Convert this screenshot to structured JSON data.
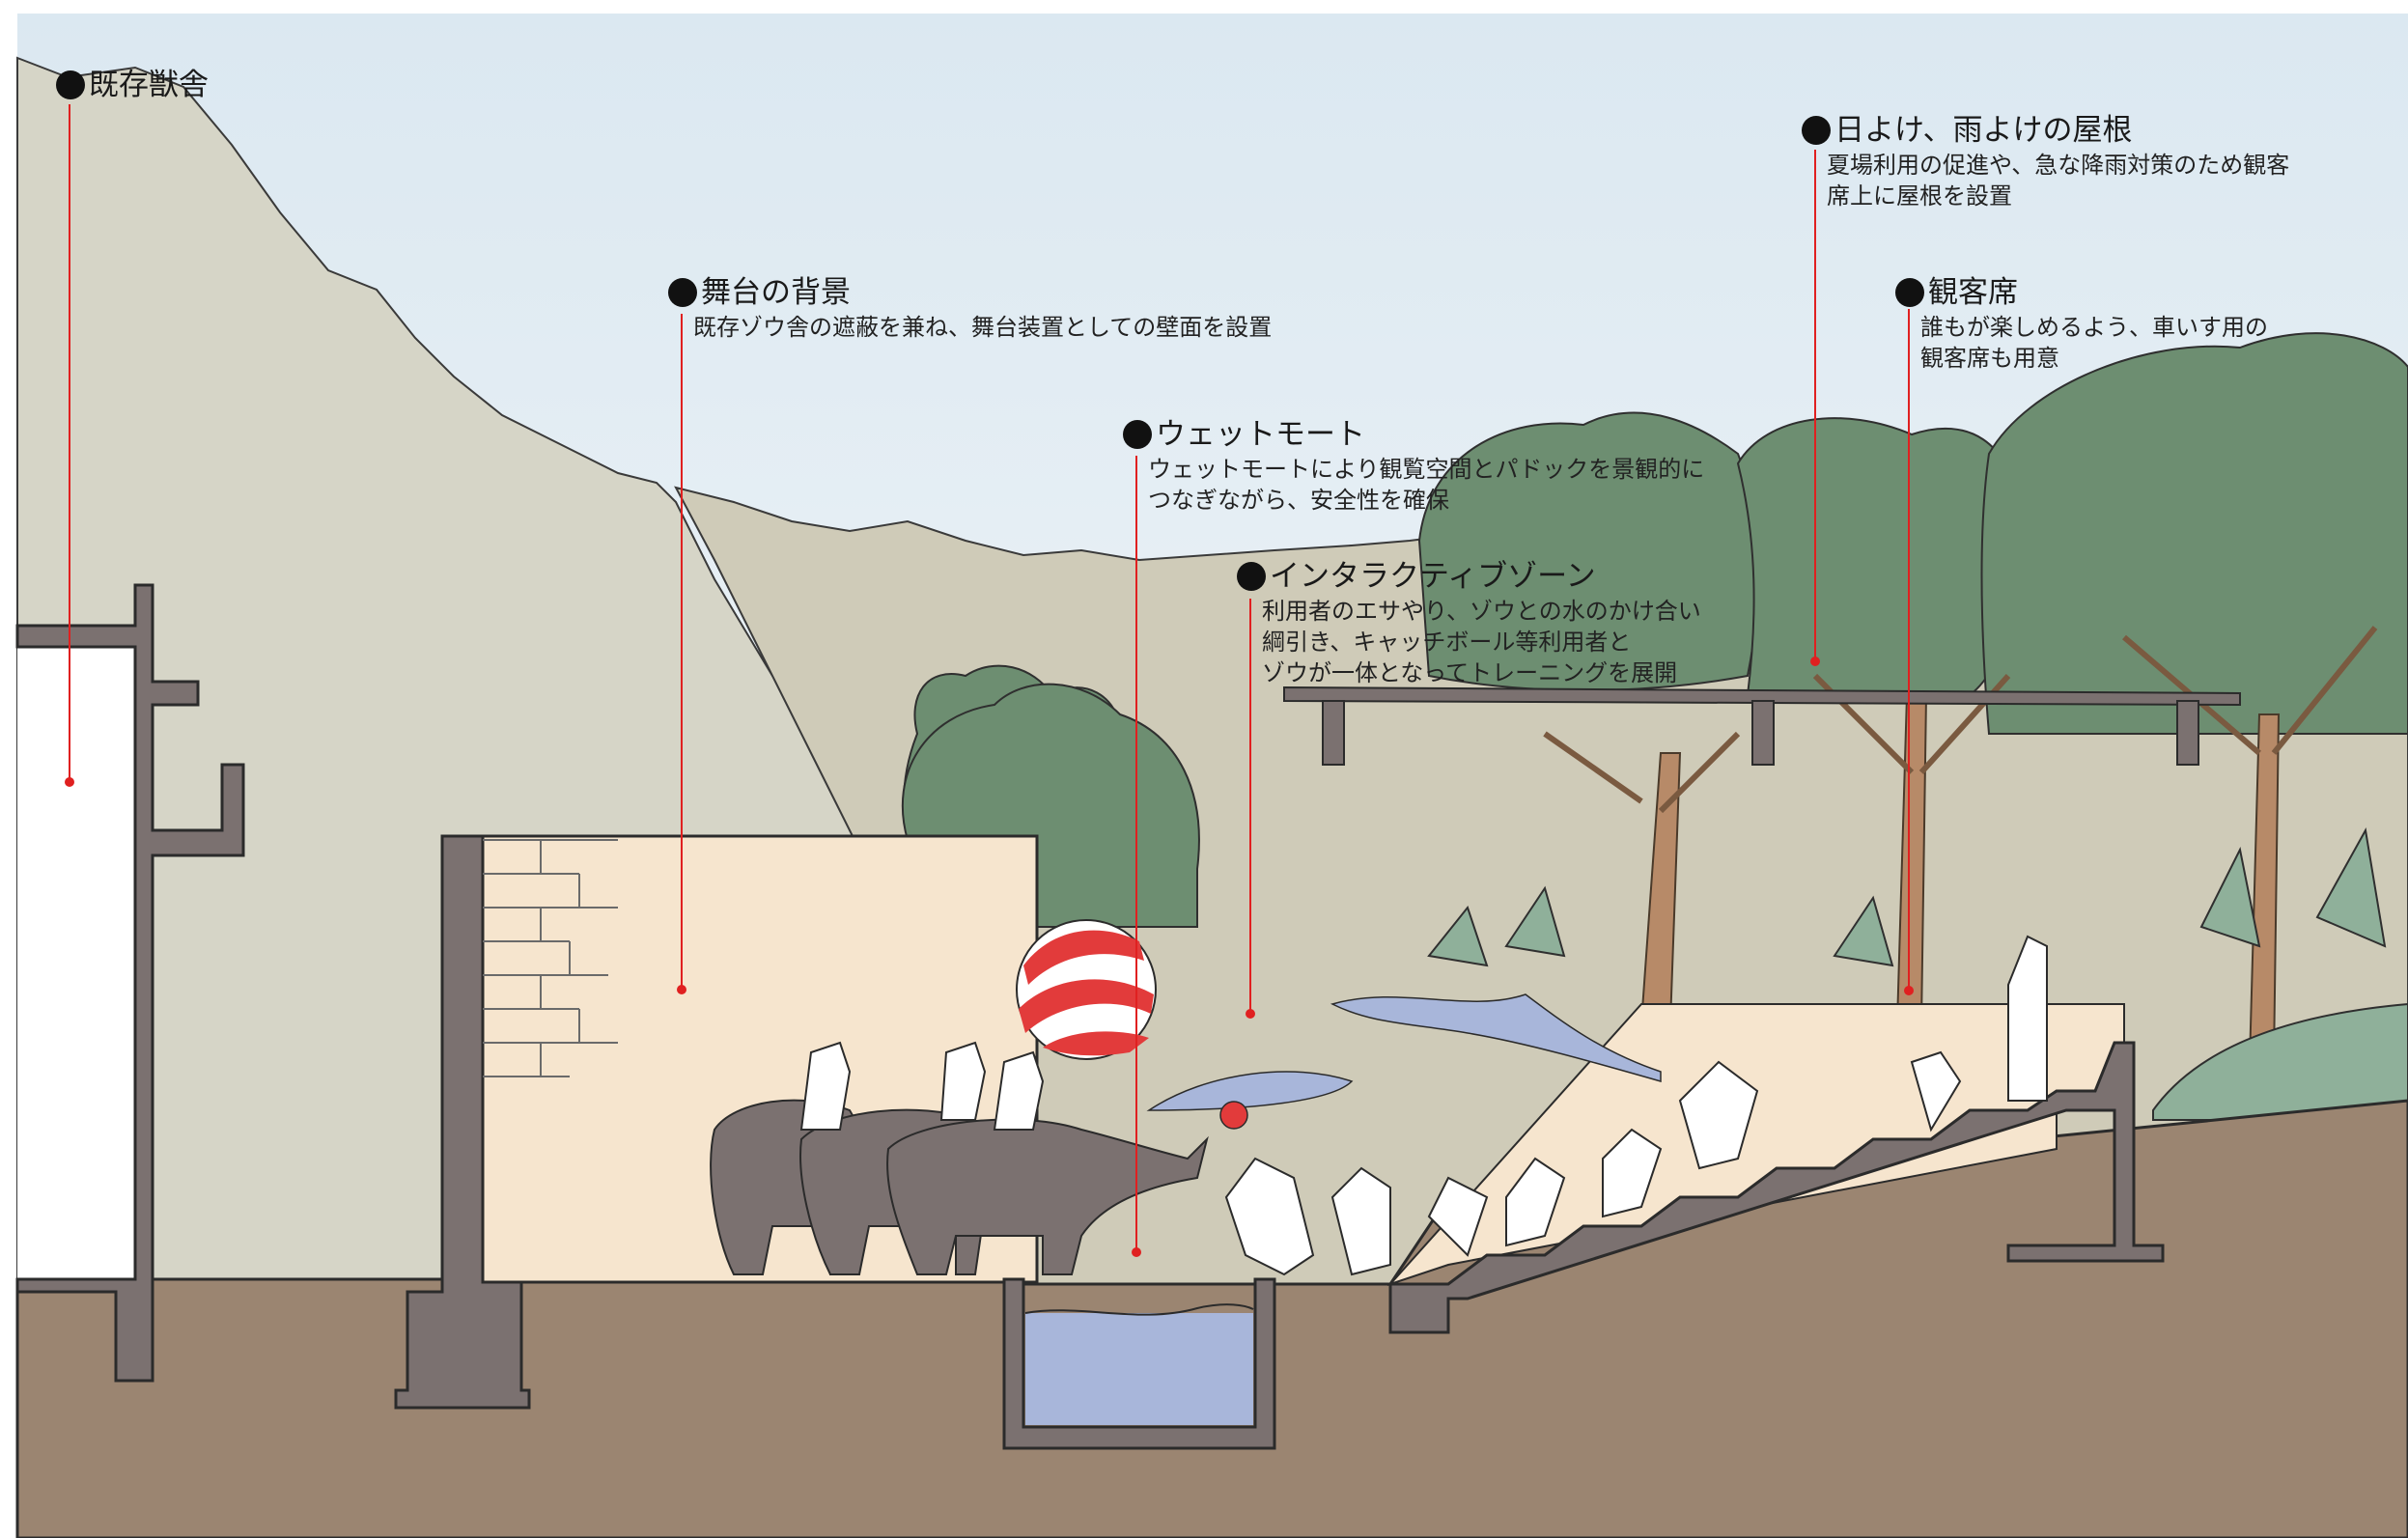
{
  "colors": {
    "sky_top": "#dbe8f1",
    "sky_bottom": "#f4f7f8",
    "far_hill": "#d6d5c7",
    "near_hill": "#cfcbb8",
    "ground": "#9b8571",
    "structure": "#7b7170",
    "stage_wall": "#f6e5ce",
    "tree_canopy": "#6d8e71",
    "tree_trunk": "#b78a68",
    "foliage": "#8fb09a",
    "water": "#a8b6da",
    "leader_line": "#e02020",
    "ball_red": "#e23b3b"
  },
  "annotations": [
    {
      "id": "existing-house",
      "title": "既存獣舎",
      "description": []
    },
    {
      "id": "stage-backdrop",
      "title": "舞台の背景",
      "description": [
        "既存ゾウ舎の遮蔽を兼ね、舞台装置としての壁面を設置"
      ]
    },
    {
      "id": "wet-moat",
      "title": "ウェットモート",
      "description": [
        "ウェットモートにより観覧空間とパドックを景観的に",
        "つなぎながら、安全性を確保"
      ]
    },
    {
      "id": "interactive-zone",
      "title": "インタラクティブゾーン",
      "description": [
        "利用者のエサやり、ゾウとの水のかけ合い",
        "綱引き、キャッチボール等利用者と",
        "ゾウが一体となってトレーニングを展開"
      ]
    },
    {
      "id": "roof",
      "title": "日よけ、雨よけの屋根",
      "description": [
        "夏場利用の促進や、急な降雨対策のため観客",
        "席上に屋根を設置"
      ]
    },
    {
      "id": "seating",
      "title": "観客席",
      "description": [
        "誰もが楽しめるよう、車いす用の",
        "観客席も用意"
      ]
    }
  ]
}
